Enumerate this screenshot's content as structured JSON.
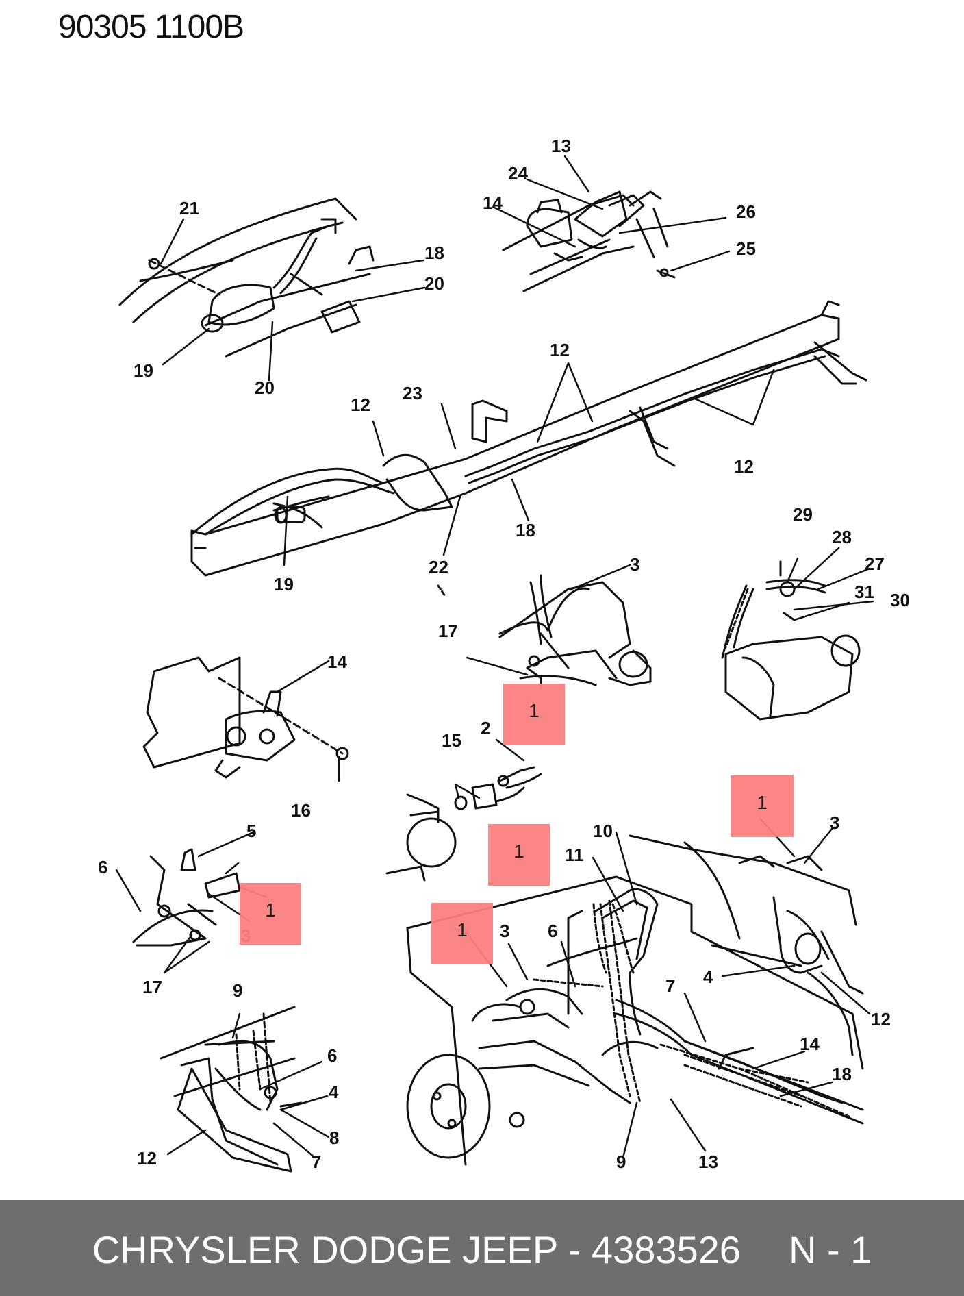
{
  "header": {
    "code": "90305  1100B"
  },
  "callouts": {
    "c1": "1",
    "c2": "1",
    "c3": "1",
    "c4": "1",
    "c5": "1"
  },
  "labels": {
    "l21": "21",
    "l18a": "18",
    "l20a": "20",
    "l19a": "19",
    "l20b": "20",
    "l13a": "13",
    "l24": "24",
    "l14a": "14",
    "l26": "26",
    "l25": "25",
    "l12a": "12",
    "l12b": "12",
    "l23": "23",
    "l12c": "12",
    "l19b": "19",
    "l22": "22",
    "l18b": "18",
    "l3a": "3",
    "l29": "29",
    "l28": "28",
    "l27": "27",
    "l31": "31",
    "l30": "30",
    "l17a": "17",
    "l14b": "14",
    "l16": "16",
    "l2": "2",
    "l15": "15",
    "l5": "5",
    "l6a": "6",
    "l3b": "3",
    "l17b": "17",
    "l3c": "3",
    "l10": "10",
    "l11": "11",
    "l3d": "3",
    "l6b": "6",
    "l4a": "4",
    "l7a": "7",
    "l12d": "12",
    "l14c": "14",
    "l18c": "18",
    "l9a": "9",
    "l13b": "13",
    "l9b": "9",
    "l6c": "6",
    "l4b": "4",
    "l8": "8",
    "l12e": "12",
    "l7b": "7"
  },
  "footer": {
    "brand": "CHRYSLER DODGE JEEP - 4383526",
    "page": "N - 1"
  }
}
